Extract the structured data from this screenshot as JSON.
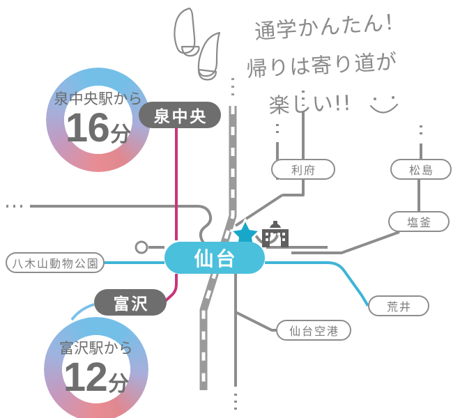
{
  "headline": {
    "line1": "通学かんたん！",
    "line2": "帰りは寄り道が",
    "line3": "楽しい!!",
    "emoticon": "☺"
  },
  "badges": [
    {
      "id": "izumi",
      "caption": "泉中央駅から",
      "value": "16",
      "unit": "分",
      "ring_colors": [
        "#74bfe8",
        "#a8aedb",
        "#e98c92"
      ]
    },
    {
      "id": "tomizawa",
      "caption": "富沢駅から",
      "value": "12",
      "unit": "分",
      "ring_colors": [
        "#74bfe8",
        "#a8aedb",
        "#e98c92"
      ]
    }
  ],
  "stations": {
    "izumichuo": {
      "label": "泉中央",
      "style": "filled"
    },
    "tomizawa": {
      "label": "富沢",
      "style": "filled"
    },
    "sendai": {
      "label": "仙台",
      "style": "primary"
    },
    "rifu": {
      "label": "利府",
      "style": "outline"
    },
    "matsushima": {
      "label": "松島",
      "style": "outline"
    },
    "shiogama": {
      "label": "塩釜",
      "style": "outline"
    },
    "arai": {
      "label": "荒井",
      "style": "outline"
    },
    "sendai_airport": {
      "label": "仙台空港",
      "style": "outline"
    },
    "yagiyama": {
      "label": "八木山動物公園",
      "style": "outline"
    }
  },
  "icons": {
    "star": "star-icon",
    "school": "school-building-icon",
    "footprints": "footprints-icon"
  },
  "colors": {
    "primary": "#4bc0dc",
    "subway_namboku": "#c9347c",
    "subway_tozai": "#4bc0dc",
    "rail_gray": "#8c8c8c",
    "pill_gray": "#6e6e6e",
    "text_gray": "#6e6e6e",
    "highway": "#9a9a9a"
  }
}
